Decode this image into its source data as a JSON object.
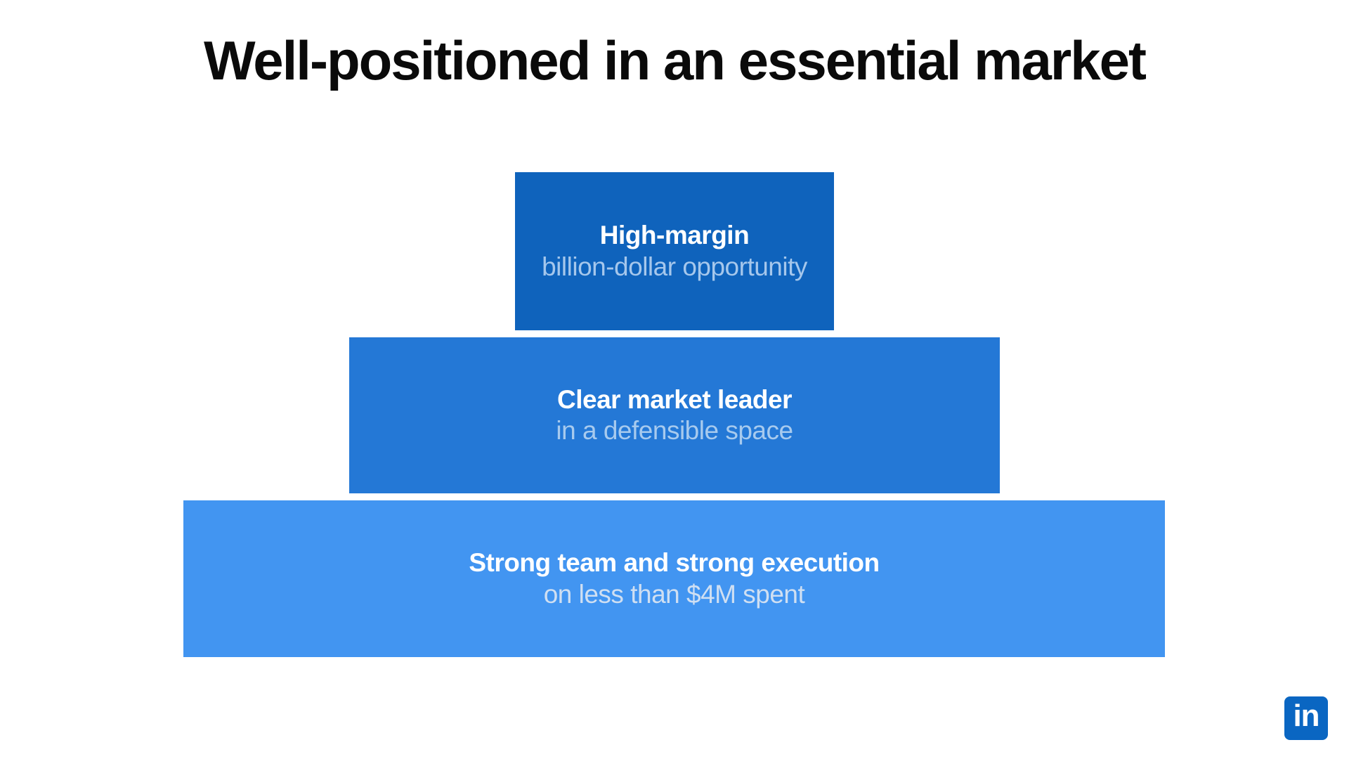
{
  "slide": {
    "title": "Well-positioned in an essential market",
    "title_color": "#0a0a0a",
    "background": "#ffffff"
  },
  "pyramid": {
    "levels": [
      {
        "name": "top",
        "headline": "High-margin",
        "subline": "billion-dollar opportunity",
        "box_color": "#0f63bc",
        "headline_color": "#ffffff",
        "subline_color": "#a5c7ec"
      },
      {
        "name": "middle",
        "headline": "Clear market leader",
        "subline": "in a defensible space",
        "box_color": "#2478d6",
        "headline_color": "#ffffff",
        "subline_color": "#a7caee"
      },
      {
        "name": "bottom",
        "headline": "Strong team and strong execution",
        "subline": "on less than $4M spent",
        "box_color": "#4295f1",
        "headline_color": "#ffffff",
        "subline_color": "#cfdff2"
      }
    ]
  },
  "footer": {
    "linkedin_logo_text": "in",
    "linkedin_color": "#0a66c2"
  }
}
